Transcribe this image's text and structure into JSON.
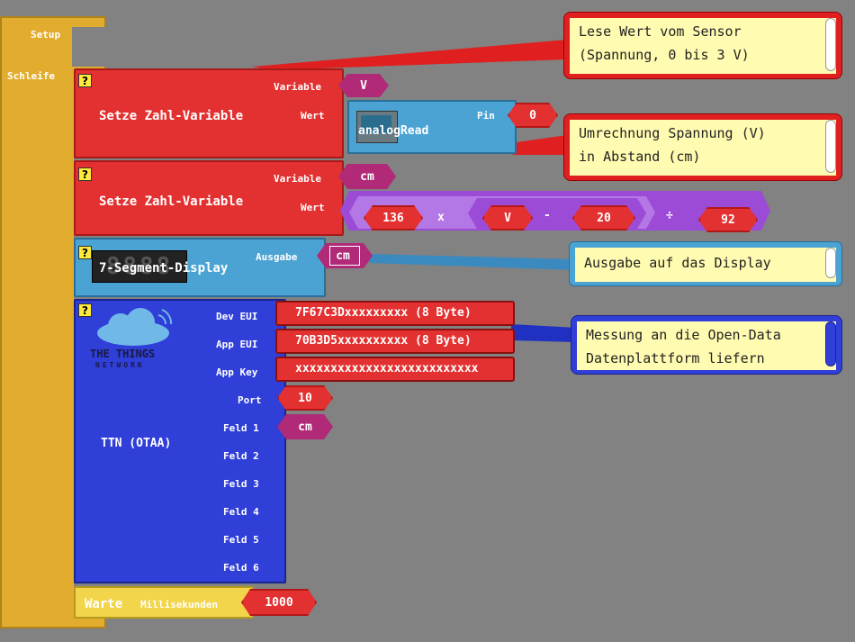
{
  "app": {
    "setup_label": "Setup",
    "loop_label": "Schleife",
    "help_icon": "?"
  },
  "block1": {
    "title": "Setze Zahl-Variable",
    "variable_label": "Variable",
    "variable_value": "V",
    "value_label": "Wert",
    "analog": {
      "title": "analogRead",
      "pin_label": "Pin",
      "pin_value": "0",
      "icon": "arduino-board-icon"
    }
  },
  "block2": {
    "title": "Setze Zahl-Variable",
    "variable_label": "Variable",
    "variable_value": "cm",
    "value_label": "Wert",
    "formula": {
      "n1": "136",
      "op1": "x",
      "var": "V",
      "op2": "-",
      "n2": "20",
      "op3": "÷",
      "n3": "92"
    }
  },
  "block3": {
    "title": "7-Segment-Display",
    "display_digits": "8888",
    "output_label": "Ausgabe",
    "output_value": "cm"
  },
  "block4": {
    "title": "TTN (OTAA)",
    "logo_line1": "THE THINGS",
    "logo_line2": "NETWORK",
    "fields": [
      {
        "label": "Dev EUI",
        "value": "7F67C3Dxxxxxxxxx (8 Byte)"
      },
      {
        "label": "App EUI",
        "value": "70B3D5xxxxxxxxxx (8 Byte)"
      },
      {
        "label": "App Key",
        "value": "xxxxxxxxxxxxxxxxxxxxxxxxxx"
      },
      {
        "label": "Port",
        "value": "10"
      },
      {
        "label": "Feld 1",
        "value": "cm"
      },
      {
        "label": "Feld 2",
        "value": ""
      },
      {
        "label": "Feld 3",
        "value": ""
      },
      {
        "label": "Feld 4",
        "value": ""
      },
      {
        "label": "Feld 5",
        "value": ""
      },
      {
        "label": "Feld 6",
        "value": ""
      }
    ]
  },
  "wait": {
    "title": "Warte",
    "unit_label": "Millisekunden",
    "value": "1000"
  },
  "comments": [
    {
      "text": "Lese Wert vom Sensor\n(Spannung, 0 bis 3 V)"
    },
    {
      "text": "Umrechnung Spannung (V)\nin Abstand (cm)"
    },
    {
      "text": "Ausgabe auf das Display"
    },
    {
      "text": "Messung an die Open-Data\nDatenplattform liefern"
    }
  ],
  "colors": {
    "background": "#828282",
    "loop": "#e2ad2e",
    "set_variable": "#e33030",
    "analog_read": "#4ba3d3",
    "formula": "#9c4bd6",
    "variable": "#b02a78",
    "ttn": "#2f3fd8",
    "comment": "#fffbb0"
  }
}
